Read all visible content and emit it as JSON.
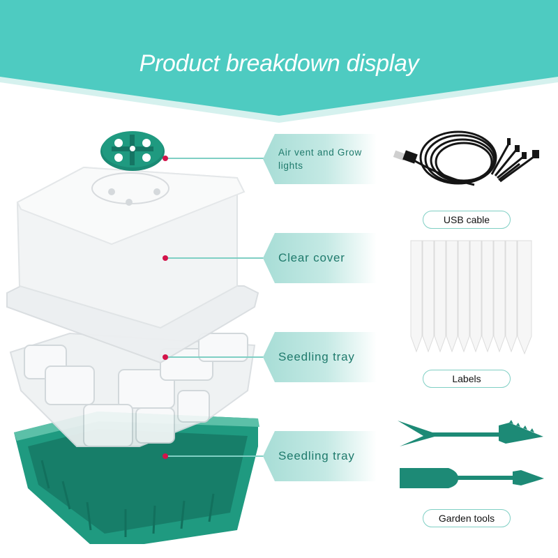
{
  "banner": {
    "title": "Product breakdown display",
    "color": "#4ecbc1",
    "shadow_color": "#d5f1ee"
  },
  "callouts": [
    {
      "id": "air-vent",
      "label": "Air vent and Grow lights",
      "line1": "Air vent and Grow",
      "line2": "lights"
    },
    {
      "id": "clear-cover",
      "label": "Clear cover"
    },
    {
      "id": "seedling-tray-top",
      "label": "Seedling tray"
    },
    {
      "id": "seedling-tray-bottom",
      "label": "Seedling tray"
    }
  ],
  "accessories": [
    {
      "id": "usb-cable",
      "label": "USB cable",
      "icon": "usb-cable-icon"
    },
    {
      "id": "labels",
      "label": "Labels",
      "icon": "plant-labels-icon",
      "count": 10
    },
    {
      "id": "garden-tools",
      "label": "Garden tools",
      "icon": "garden-tools-icon"
    }
  ],
  "colors": {
    "accent": "#4ecbc1",
    "callout_text": "#1f7a6c",
    "dot": "#d3134a",
    "tray_green": "#1f9a80",
    "pill_border": "#7fcfc4"
  }
}
